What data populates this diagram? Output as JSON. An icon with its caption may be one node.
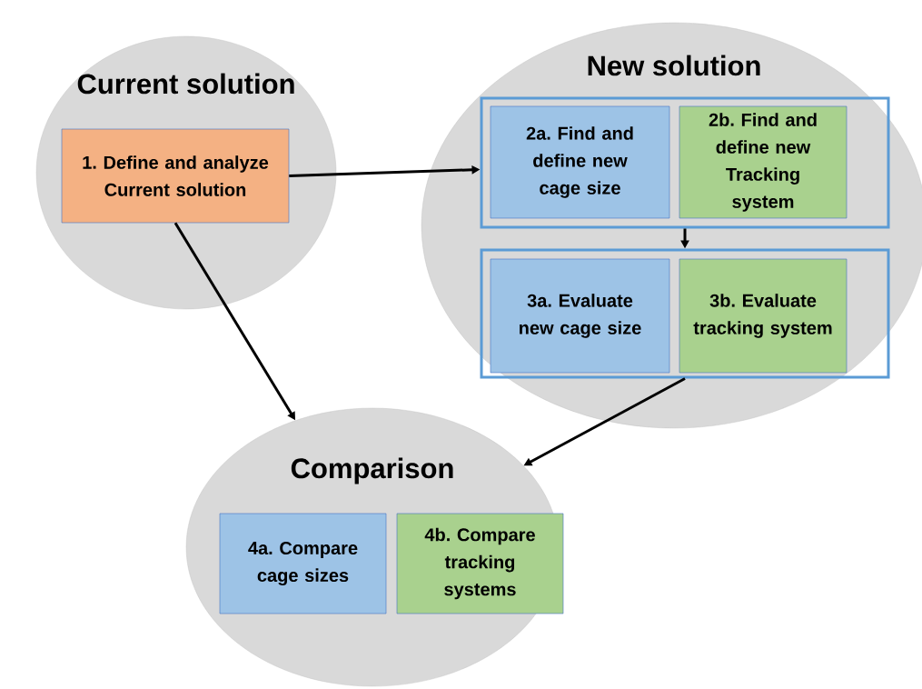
{
  "diagram": {
    "nodes": [
      {
        "text": [
          "Current solution"
        ]
      },
      {
        "text": [
          "1. Define and analyze Current solution"
        ],
        "in": 0
      },
      {
        "text": [
          "New solution"
        ]
      },
      {
        "text": [],
        "shape": "box",
        "in": 2
      },
      {
        "text": [
          "2a. Find and define new cage size"
        ],
        "in": 3
      },
      {
        "text": [
          "2b. Find and define new Tracking system"
        ],
        "in": 3
      },
      {
        "text": [],
        "shape": "box",
        "in": 2
      },
      {
        "text": [
          "3a. Evaluate new cage size"
        ],
        "in": 6
      },
      {
        "text": [
          "3b. Evaluate tracking system"
        ],
        "in": 6
      },
      {
        "text": [
          "Comparison"
        ]
      },
      {
        "text": [
          "4a. Compare cage sizes"
        ],
        "in": 9
      },
      {
        "text": [
          "4b. Compare tracking systems"
        ],
        "in": 9
      }
    ],
    "edges": [
      {
        "from": 1,
        "to": 3,
        "arrow": "to"
      },
      {
        "from": 3,
        "to": 6,
        "arrow": "to"
      },
      {
        "from": 1,
        "to": 9,
        "arrow": "to"
      },
      {
        "from": 6,
        "to": 9,
        "arrow": "to"
      }
    ]
  }
}
